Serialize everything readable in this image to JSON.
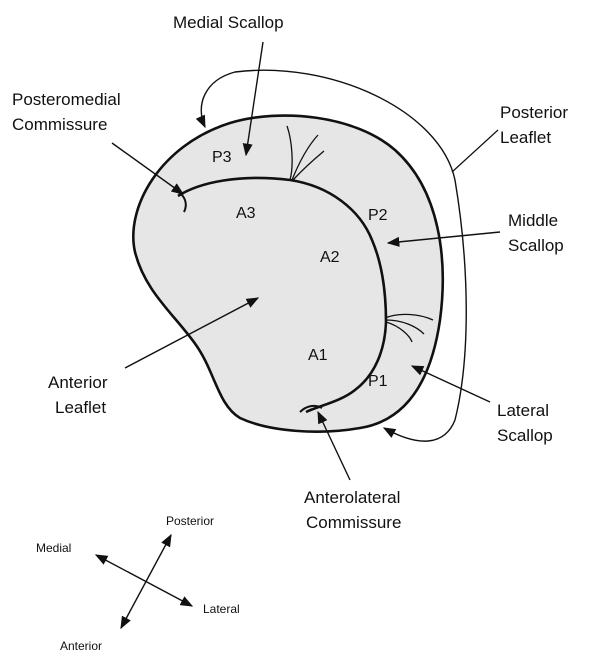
{
  "labels": {
    "medial_scallop": "Medial Scallop",
    "posteromedial_line1": "Posteromedial",
    "posteromedial_line2": "Commissure",
    "posterior_leaflet_line1": "Posterior",
    "posterior_leaflet_line2": "Leaflet",
    "middle_scallop_line1": "Middle",
    "middle_scallop_line2": "Scallop",
    "anterior_leaflet_line1": "Anterior",
    "anterior_leaflet_line2": "Leaflet",
    "lateral_scallop_line1": "Lateral",
    "lateral_scallop_line2": "Scallop",
    "anterolateral_line1": "Anterolateral",
    "anterolateral_line2": "Commissure"
  },
  "segments": {
    "p1": "P1",
    "p2": "P2",
    "p3": "P3",
    "a1": "A1",
    "a2": "A2",
    "a3": "A3"
  },
  "orientation": {
    "posterior": "Posterior",
    "medial": "Medial",
    "lateral": "Lateral",
    "anterior": "Anterior"
  },
  "colors": {
    "leaflet_fill": "#e6e6e6",
    "stroke": "#111111"
  }
}
